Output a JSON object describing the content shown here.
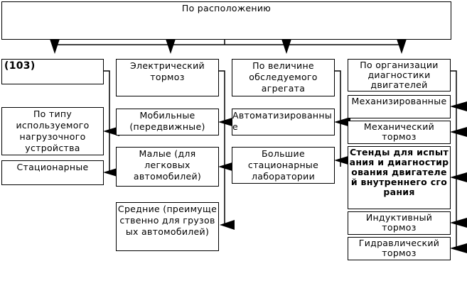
{
  "root": {
    "label": "По расположению"
  },
  "columns": [
    {
      "header": "(103)",
      "items": [
        "По типу используемого нагрузочного устройства",
        "Стационарные"
      ]
    },
    {
      "header": "Электрический тормоз",
      "items": [
        "Мобильные (передвижные)",
        "Малые (для легковых автомобилей)",
        "Средние (преимущественно для грузовых автомобилей)"
      ]
    },
    {
      "header": "По величине обследуемого агрегата",
      "items": [
        "Автоматизированные",
        "Большие стационарные лаборатории"
      ]
    },
    {
      "header": "По организации диагностики двигателей",
      "items": [
        "Механизированные",
        "Механический тормоз",
        "Стенды для испытания и диагностирования двигателей внутреннего сгорания",
        "Индуктивный тормоз",
        "Гидравлический тормоз"
      ]
    }
  ]
}
